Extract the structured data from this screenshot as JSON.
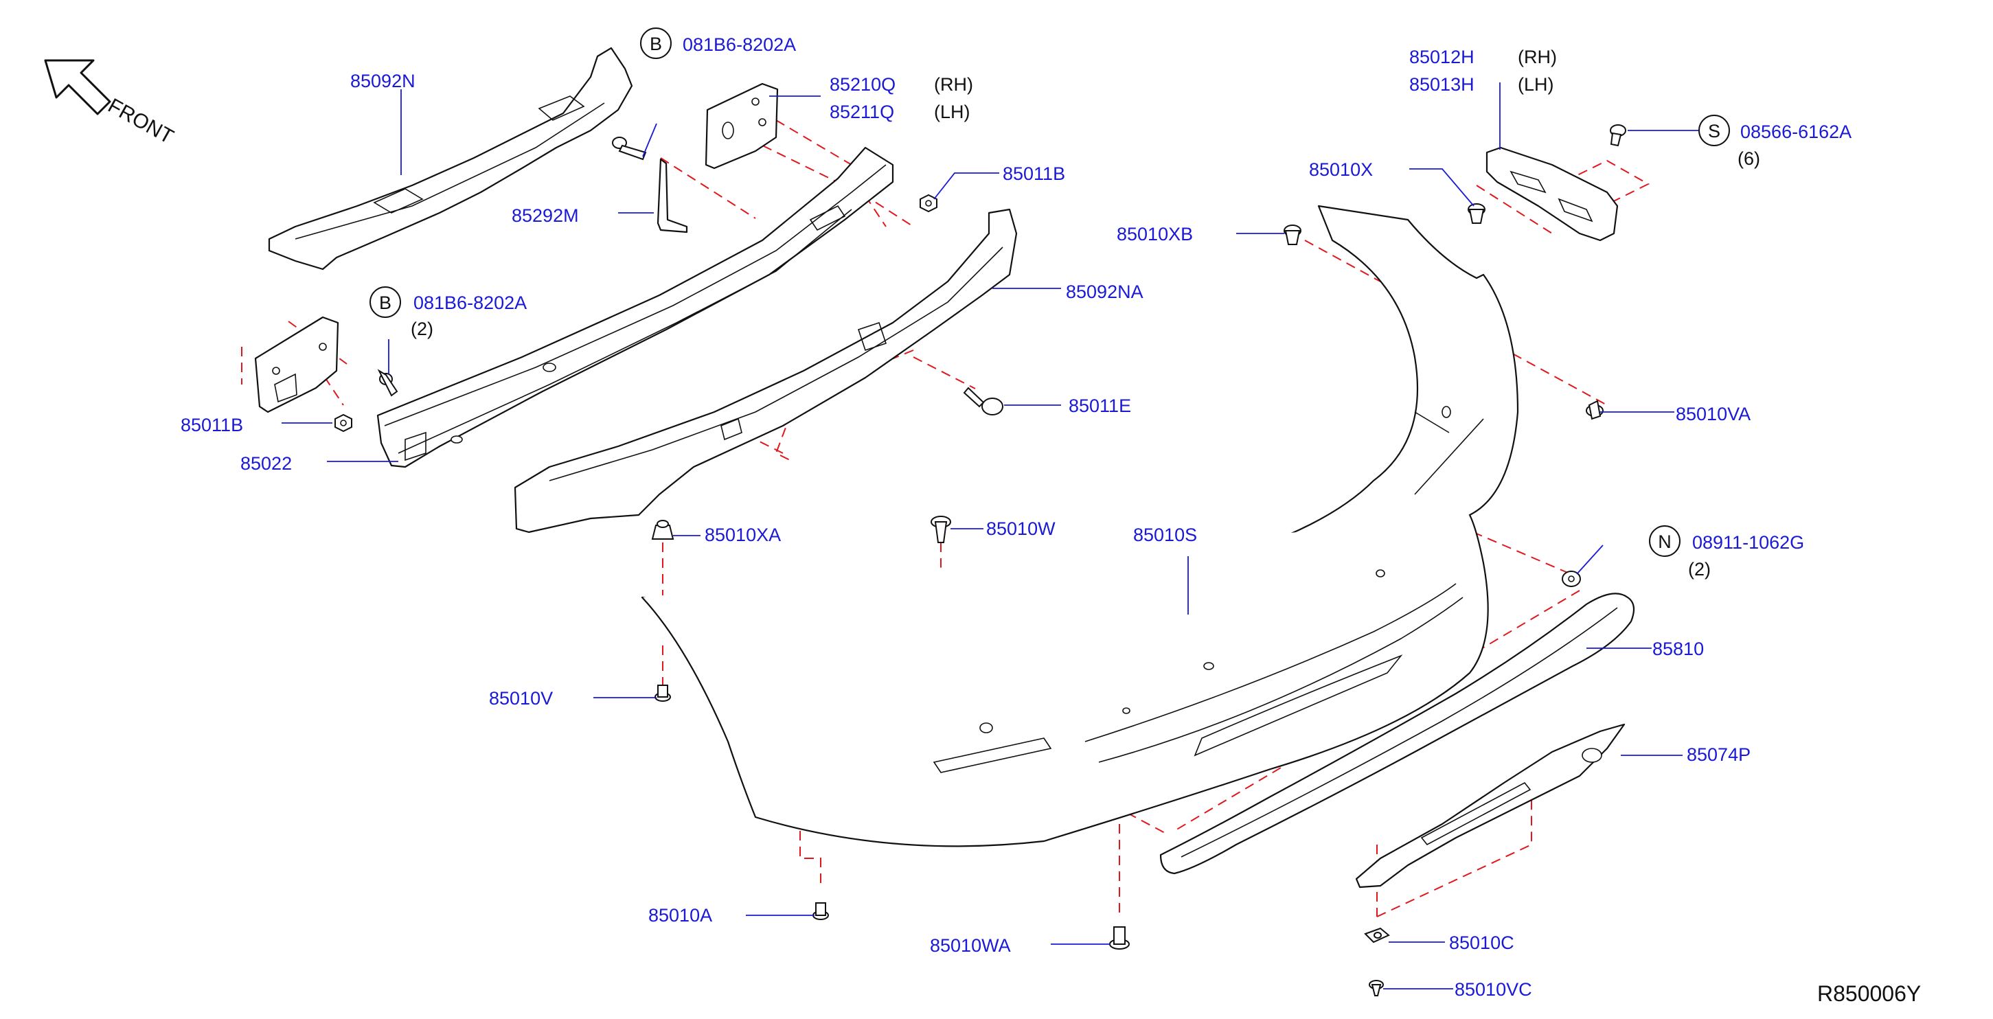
{
  "orientation": {
    "front_label": "FRONT",
    "arrow_icon": "front-arrow-icon"
  },
  "diagram_ref": "R850006Y",
  "labels": {
    "p85092N": "85092N",
    "p85292M": "85292M",
    "p85210Q": "85210Q",
    "p85211Q": "85211Q",
    "p85011B_top": "85011B",
    "p85092NA": "85092NA",
    "p85011B_left": "85011B",
    "p85022": "85022",
    "p85011E": "85011E",
    "p85012H": "85012H",
    "p85013H": "85013H",
    "p85010X": "85010X",
    "p85010XB": "85010XB",
    "p85010VA": "85010VA",
    "p85010XA": "85010XA",
    "p85010W": "85010W",
    "p85010S": "85010S",
    "p85810": "85810",
    "p85074P": "85074P",
    "p85010V": "85010V",
    "p85010A": "85010A",
    "p85010WA": "85010WA",
    "p85010C": "85010C",
    "p85010VC": "85010VC"
  },
  "side_tags": {
    "rh_85210Q": "(RH)",
    "lh_85211Q": "(LH)",
    "rh_85012H": "(RH)",
    "lh_85013H": "(LH)"
  },
  "callouts": {
    "bolt_b_top": {
      "symbol": "B",
      "part": "081B6-8202A"
    },
    "bolt_b_left": {
      "symbol": "B",
      "part": "081B6-8202A",
      "qty": "(2)"
    },
    "screw_s": {
      "symbol": "S",
      "part": "08566-6162A",
      "qty": "(6)"
    },
    "nut_n": {
      "symbol": "N",
      "part": "08911-1062G",
      "qty": "(2)"
    }
  },
  "colors": {
    "label": "#1a1ad6",
    "dash": "#e0181e",
    "outline": "#111111"
  }
}
